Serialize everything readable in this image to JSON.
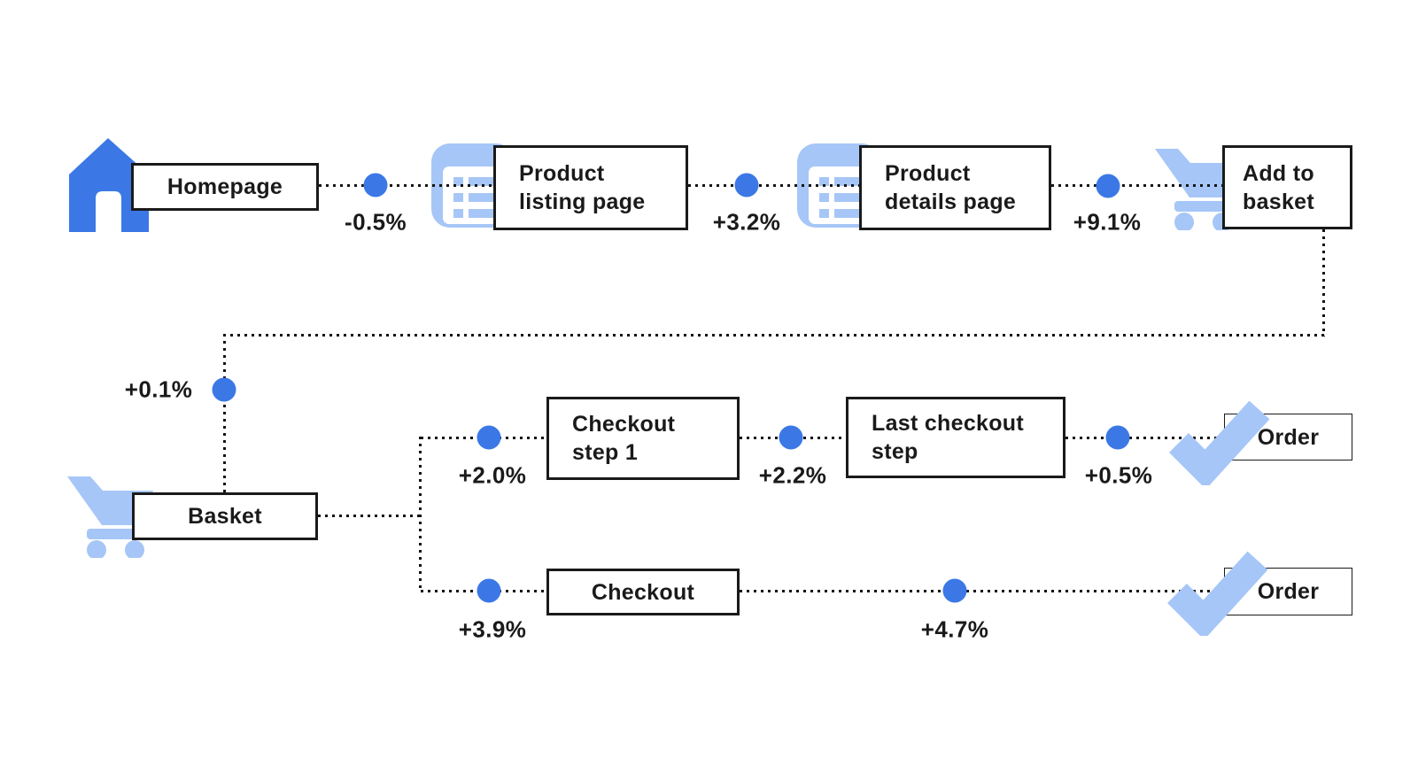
{
  "diagram": {
    "type": "user-flow-funnel",
    "background": "#ffffff",
    "nodes": {
      "homepage": {
        "label": "Homepage",
        "icon": "home-icon"
      },
      "product_listing": {
        "line1": "Product",
        "line2": "listing page",
        "icon": "list-icon"
      },
      "product_details": {
        "line1": "Product",
        "line2": "details page",
        "icon": "list-icon"
      },
      "add_to_basket": {
        "line1": "Add to",
        "line2": "basket",
        "icon": "cart-icon"
      },
      "basket": {
        "label": "Basket",
        "icon": "cart-icon"
      },
      "checkout_step_1": {
        "line1": "Checkout",
        "line2": "step 1"
      },
      "last_checkout_step": {
        "line1": "Last checkout",
        "line2": "step"
      },
      "order_top": {
        "label": "Order",
        "icon": "check-icon"
      },
      "checkout": {
        "label": "Checkout"
      },
      "order_bottom": {
        "label": "Order",
        "icon": "check-icon"
      }
    },
    "edges": [
      {
        "from": "homepage",
        "to": "product_listing",
        "delta": "-0.5%"
      },
      {
        "from": "product_listing",
        "to": "product_details",
        "delta": "+3.2%"
      },
      {
        "from": "product_details",
        "to": "add_to_basket",
        "delta": "+9.1%"
      },
      {
        "from": "add_to_basket",
        "to": "basket",
        "delta": "+0.1%"
      },
      {
        "from": "basket",
        "to": "checkout_step_1",
        "delta": "+2.0%"
      },
      {
        "from": "checkout_step_1",
        "to": "last_checkout_step",
        "delta": "+2.2%"
      },
      {
        "from": "last_checkout_step",
        "to": "order_top",
        "delta": "+0.5%"
      },
      {
        "from": "basket",
        "to": "checkout",
        "delta": "+3.9%"
      },
      {
        "from": "checkout",
        "to": "order_bottom",
        "delta": "+4.7%"
      }
    ],
    "icons": {
      "home-icon": "solid house with door",
      "list-icon": "rounded card with list lines",
      "cart-icon": "shopping cart with wheels",
      "check-icon": "thick checkmark"
    },
    "colors": {
      "primary_blue": "#3b78e6",
      "light_blue": "#a6c6f7",
      "connector": "#141414",
      "text": "#1a1a1a",
      "node_border": "#1a1a1a",
      "node_fill": "#ffffff"
    }
  }
}
